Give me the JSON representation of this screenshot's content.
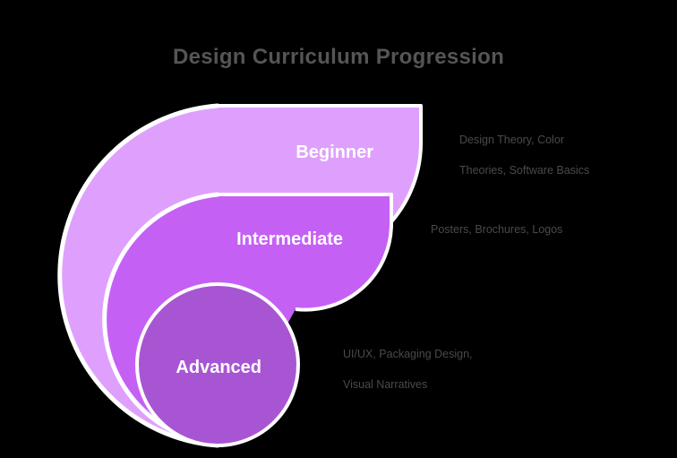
{
  "title": "Design Curriculum Progression",
  "background_color": "#000000",
  "title_color": "#555555",
  "annotation_color": "#4a4a4a",
  "label_color": "#ffffff",
  "separator_color": "#ffffff",
  "chart_data": {
    "type": "pie",
    "title": "Design Curriculum Progression",
    "xlabel": "",
    "ylabel": "",
    "legend_position": "right-annotations",
    "grid": false,
    "categories": [
      "Beginner",
      "Intermediate",
      "Advanced"
    ],
    "values": [
      3,
      2,
      1
    ],
    "colors": [
      "#dea0fc",
      "#c560f5",
      "#a855d3"
    ],
    "annotations": [
      "Design Theory, Color\nTheories, Software Basics",
      "Posters, Brochures, Logos",
      "UI/UX, Packaging Design,\nVisual Narratives"
    ],
    "levels": [
      {
        "label": "Beginner",
        "color": "#dea0fc",
        "detail": "Design Theory, Color\nTheories, Software Basics",
        "detail_line1": "Design Theory, Color",
        "detail_line2": "Theories, Software Basics",
        "rank": 1
      },
      {
        "label": "Intermediate",
        "color": "#c560f5",
        "detail": "Posters, Brochures, Logos",
        "detail_line1": "Posters, Brochures, Logos",
        "detail_line2": "",
        "rank": 2
      },
      {
        "label": "Advanced",
        "color": "#a855d3",
        "detail": "UI/UX, Packaging Design,\nVisual Narratives",
        "detail_line1": "UI/UX, Packaging Design,",
        "detail_line2": "Visual Narratives",
        "rank": 3
      }
    ]
  }
}
